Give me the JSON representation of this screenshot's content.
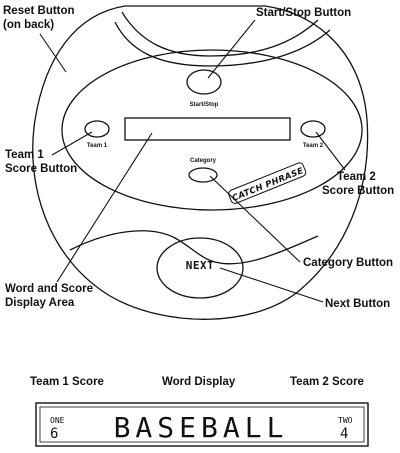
{
  "callouts": {
    "reset": [
      "Reset Button",
      "(on back)"
    ],
    "start_stop": "Start/Stop Button",
    "team1_score_button": [
      "Team 1",
      "Score Button"
    ],
    "team2_score_button": [
      "Team 2",
      "Score Button"
    ],
    "category_button": "Category Button",
    "word_display_area": [
      "Word and Score",
      "Display Area"
    ],
    "next_button": "Next Button"
  },
  "device": {
    "start_stop_label": "Start/Stop",
    "team1_label": "Team 1",
    "team2_label": "Team 2",
    "category_label": "Category",
    "next_label": "NEXT",
    "brand_text": "CATCH PHRASE"
  },
  "display_section": {
    "team1_score_heading": "Team 1 Score",
    "word_display_heading": "Word Display",
    "team2_score_heading": "Team 2 Score",
    "lcd": {
      "team1_label": "ONE",
      "team1_score": "6",
      "word": "BASEBALL",
      "team2_label": "TWO",
      "team2_score": "4"
    }
  }
}
